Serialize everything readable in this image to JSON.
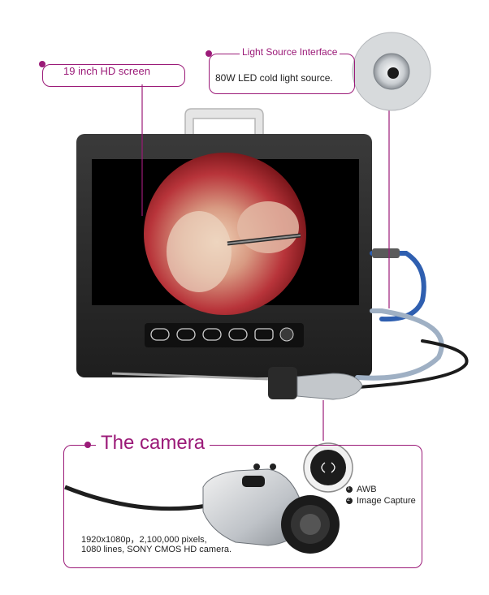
{
  "screen_callout": {
    "label": "19 inch HD screen"
  },
  "light_callout": {
    "title": "Light Source Interface",
    "description": "80W LED cold light source."
  },
  "camera_callout": {
    "title": "The camera",
    "specs_line1": "1920x1080p，2,100,000 pixels,",
    "specs_line2": "1080 lines, SONY CMOS HD camera.",
    "buttons": [
      {
        "number": "1",
        "label": "AWB"
      },
      {
        "number": "2",
        "label": "Image Capture"
      }
    ]
  },
  "colors": {
    "accent": "#9b1a78",
    "monitor": "#2b2b2b",
    "cable_blue": "#2f5fb0",
    "cable_grey": "#9fb0c4"
  }
}
